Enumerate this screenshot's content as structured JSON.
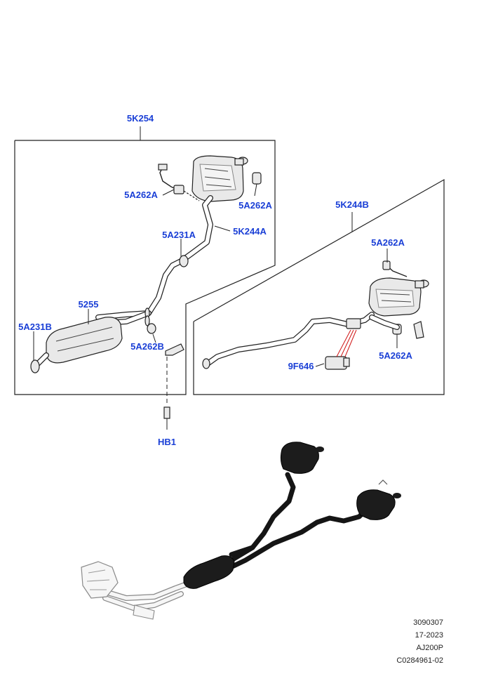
{
  "callouts": {
    "assembly_left": "5K254",
    "assembly_right": "5K244B",
    "rear_muffler_hanger_left": "5A262A",
    "rear_muffler_hanger_left_2": "5A262A",
    "clamp_upper": "5A231A",
    "intermediate_pipe": "5K244A",
    "center_muffler": "5255",
    "clamp_front": "5A231B",
    "hanger_center": "5A262B",
    "stud": "HB1",
    "rear_hanger_top_right": "5A262A",
    "rear_hanger_bottom_right": "5A262A",
    "valve_actuator": "9F646"
  },
  "reference_block": {
    "line1": "3090307",
    "line2": "17-2023",
    "line3": "AJ200P",
    "line4": "C0284961-02"
  },
  "colors": {
    "callout_text": "#1a3fd6",
    "line_art": "#222222",
    "highlight_parts": "#1c1c1c",
    "ghost_parts": "#8a8a8a"
  }
}
